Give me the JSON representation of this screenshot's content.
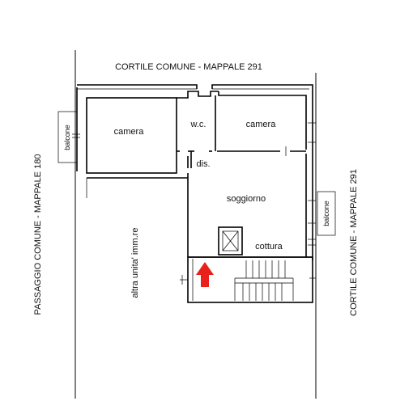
{
  "labels": {
    "top_court": "CORTILE COMUNE - MAPPALE 291",
    "left_passage": "PASSAGGIO COMUNE - MAPPALE 180",
    "right_court": "CORTILE COMUNE - MAPPALE 291",
    "other_unit": "altra unita' imm.re"
  },
  "rooms": {
    "camera_left": "camera",
    "wc": "w.c.",
    "camera_right": "camera",
    "dis": "dis.",
    "soggiorno": "soggiorno",
    "cottura": "cottura"
  },
  "balconies": {
    "left": "balcone",
    "right": "balcone"
  },
  "colors": {
    "line": "#000000",
    "arrow": "#e8211b"
  },
  "icons": {
    "entrance": "red-arrow-up-icon"
  }
}
